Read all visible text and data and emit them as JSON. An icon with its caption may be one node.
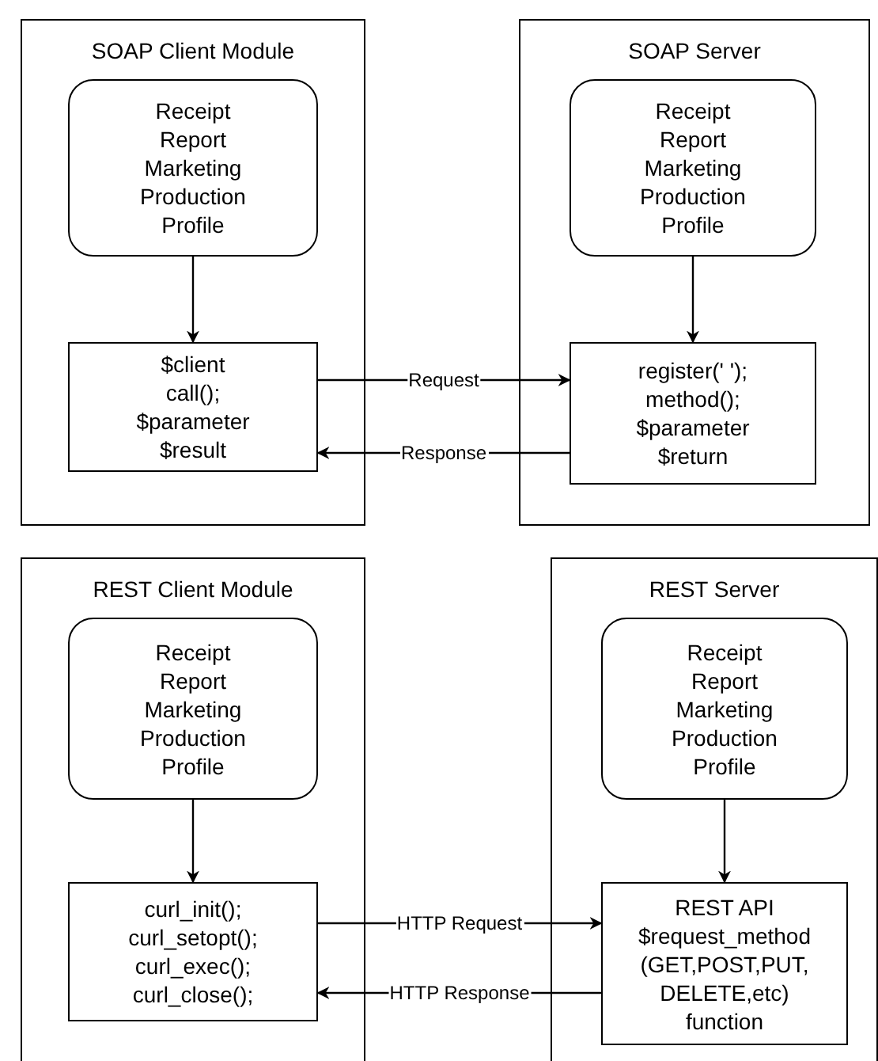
{
  "diagram": {
    "nodes": [
      {
        "text": [
          "SOAP Client Module"
        ]
      },
      {
        "text": [
          "Receipt Report Marketing Production Profile"
        ],
        "in": 0
      },
      {
        "text": [
          "$client",
          "call();",
          "$parameter",
          "$result"
        ],
        "in": 0
      },
      {
        "text": [
          "SOAP Server"
        ]
      },
      {
        "text": [
          "Receipt Report Marketing Production Profile"
        ],
        "in": 3
      },
      {
        "text": [
          "register(' ');",
          "method();",
          "$parameter",
          "$return"
        ],
        "in": 3
      },
      {
        "text": [
          "REST Client Module"
        ]
      },
      {
        "text": [
          "Receipt Report Marketing Production Profile"
        ],
        "in": 6
      },
      {
        "text": [
          "curl_init();",
          "curl_setopt();",
          "curl_exec();",
          "curl_close();"
        ],
        "in": 6
      },
      {
        "text": [
          "REST Server"
        ]
      },
      {
        "text": [
          "Receipt Report Marketing Production Profile"
        ],
        "in": 9
      },
      {
        "text": [
          "REST API",
          "$request_method",
          "(GET,POST,PUT, DELETE,etc)",
          "function"
        ],
        "in": 9
      }
    ],
    "edges": [
      {
        "from": 1,
        "to": 2,
        "arrow": "to"
      },
      {
        "from": 4,
        "to": 5,
        "arrow": "to"
      },
      {
        "from": 2,
        "to": 5,
        "arrow": "to",
        "label": "Request"
      },
      {
        "from": 5,
        "to": 2,
        "arrow": "to",
        "label": "Response"
      },
      {
        "from": 7,
        "to": 8,
        "arrow": "to"
      },
      {
        "from": 10,
        "to": 11,
        "arrow": "to"
      },
      {
        "from": 8,
        "to": 11,
        "arrow": "to",
        "label": "HTTP Request"
      },
      {
        "from": 11,
        "to": 8,
        "arrow": "to",
        "label": "HTTP Response"
      }
    ]
  }
}
